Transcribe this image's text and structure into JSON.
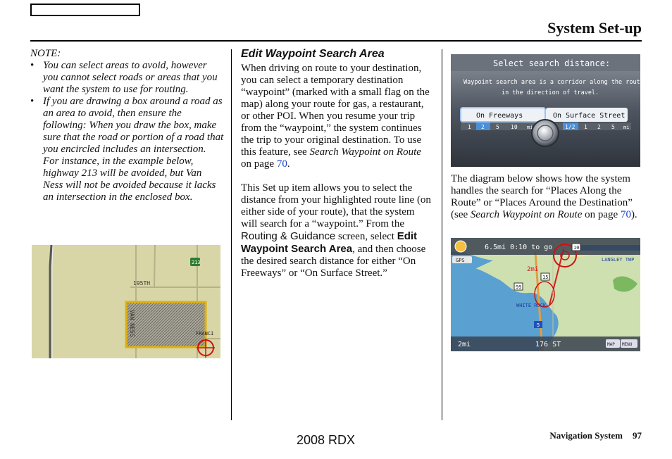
{
  "header": {
    "title": "System Set-up"
  },
  "note": {
    "title": "NOTE:",
    "bullets": [
      "You can select areas to avoid, however you cannot select roads or areas that you want the system to use for routing.",
      "If you are drawing a box around a road as an area to avoid, then ensure the following: When you draw the box, make sure that the road or portion of a road that you encircled includes an intersection. For instance, in the example below, highway 213 will be avoided, but Van Ness will not be avoided because it lacks an intersection in the enclosed box."
    ]
  },
  "map1": {
    "label_street": "195TH",
    "label_vertical": "VAN NESS",
    "label_cross": "FRANCI",
    "shield": "213"
  },
  "section": {
    "heading": "Edit Waypoint Search Area",
    "p1": {
      "text": "When driving on route to your destination, you can select a temporary destination “waypoint” (marked with a small flag on the map) along your route for gas, a restaurant, or other POI. When you resume your trip from the “waypoint,” the system continues the trip to your original destination. To use this feature, see ",
      "ref": "Search Waypoint on Route",
      "page_pre": " on page ",
      "page": "70",
      "end": "."
    },
    "p2": {
      "a": "This Set up item allows you to select the distance from your highlighted route line (on either side of your route), that the system will search for a “waypoint.” From the ",
      "menu": "Routing & Guidance",
      "b": " screen, select ",
      "item": "Edit Waypoint Search Area",
      "c": ", and then choose the desired search distance for either “On Freeways” or “On Surface Street.”"
    }
  },
  "screen": {
    "title": "Select search distance:",
    "desc1": "Waypoint search area is a corridor along the route",
    "desc2": "in the direction of travel.",
    "freeways_label": "On Freeways",
    "freeways_options": [
      "1",
      "2",
      "5",
      "10"
    ],
    "freeways_unit": "mi",
    "surface_label": "On Surface Street",
    "surface_options": [
      "1/2",
      "1",
      "2",
      "5"
    ],
    "surface_unit": "mi",
    "colors": {
      "selected": "#4a8fd8",
      "panel": "#5e6470"
    }
  },
  "col3": {
    "text": "The diagram below shows how the system handles the search for “Places Along the Route” or “Places Around the Destination” (see ",
    "ref": "Search Waypoint on Route",
    "page_pre": " on page ",
    "page": "70",
    "end": ")."
  },
  "map2": {
    "distance_time": "6.5mi 0:10 to go",
    "gps": "GPS",
    "radius": "2mi",
    "shield_10": "10",
    "shield_15": "15",
    "shield_99": "99",
    "shield_5": "5",
    "place1": "LANGLEY TWP",
    "place2": "WHITE ROCK",
    "scale": "2mi",
    "road": "176 ST",
    "map_btn": "MAP",
    "menu_btn": "MENU"
  },
  "footer": {
    "model": "2008  RDX",
    "section": "Navigation System",
    "page": "97"
  }
}
